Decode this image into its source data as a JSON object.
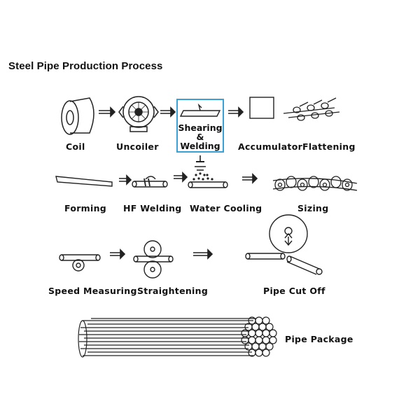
{
  "title": "Steel Pipe Production Process",
  "steps": {
    "coil": "Coil",
    "uncoiler": "Uncoiler",
    "shearing": "Shearing",
    "ampersand": "&",
    "welding": "Welding",
    "accumulator": "Accumulator",
    "flattening": "Flattening",
    "forming": "Forming",
    "hf_welding": "HF Welding",
    "water_cooling": "Water Cooling",
    "sizing": "Sizing",
    "speed_measuring": "Speed Measuring",
    "straightening": "Straightening",
    "pipe_cut_off": "Pipe Cut Off",
    "pipe_package": "Pipe Package"
  },
  "colors": {
    "highlight": "#3aa0d8",
    "line": "#222222"
  }
}
